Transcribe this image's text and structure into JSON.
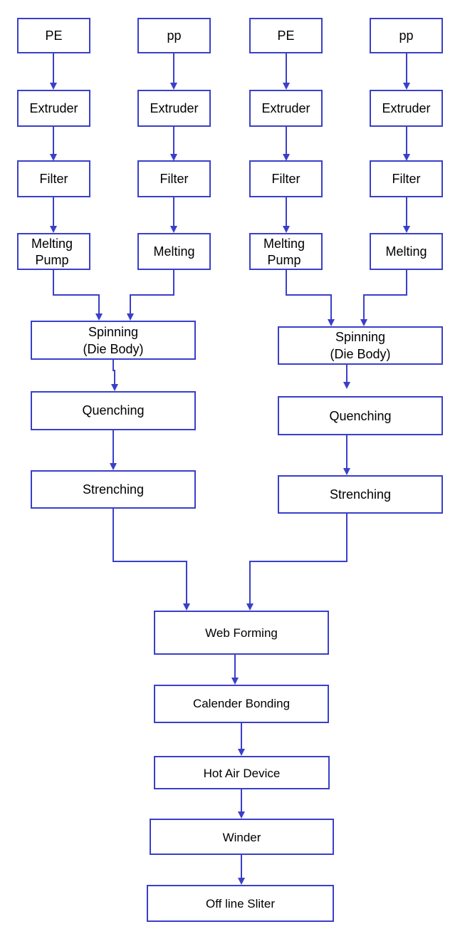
{
  "colors": {
    "stroke": "#3a3fc9",
    "text": "#000000",
    "background": "#ffffff"
  },
  "nodes": {
    "pe_1": "PE",
    "pp_1": "pp",
    "pe_2": "PE",
    "pp_2": "pp",
    "extruder_1": "Extruder",
    "extruder_2": "Extruder",
    "extruder_3": "Extruder",
    "extruder_4": "Extruder",
    "filter_1": "Filter",
    "filter_2": "Filter",
    "filter_3": "Filter",
    "filter_4": "Filter",
    "melting_pump_1": [
      "Melting",
      "Pump"
    ],
    "melting_1": "Melting",
    "melting_pump_2": [
      "Melting",
      "Pump"
    ],
    "melting_2": "Melting",
    "spinning_1": [
      "Spinning",
      "(Die Body)"
    ],
    "spinning_2": [
      "Spinning",
      "(Die Body)"
    ],
    "quenching_1": "Quenching",
    "quenching_2": "Quenching",
    "strenching_1": "Strenching",
    "strenching_2": "Strenching",
    "web_forming": "Web Forming",
    "calender_bonding": "Calender Bonding",
    "hot_air_device": "Hot Air Device",
    "winder": "Winder",
    "off_line_sliter": "Off line Sliter"
  }
}
